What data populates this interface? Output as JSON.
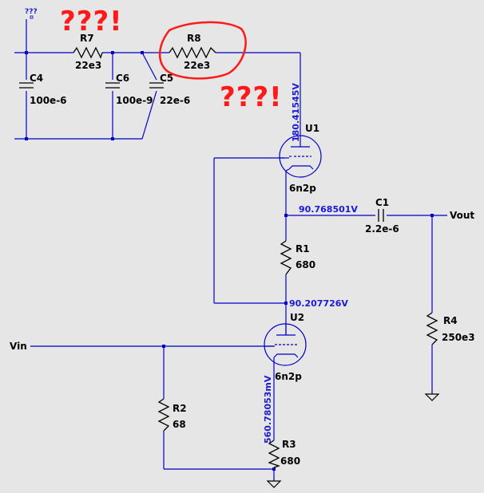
{
  "schematic": {
    "annotations": {
      "question_marks_top": "???!",
      "question_marks_right": "???!",
      "small_marker": "???"
    },
    "components": {
      "R7": {
        "name": "R7",
        "value": "22e3"
      },
      "R8": {
        "name": "R8",
        "value": "22e3"
      },
      "C4": {
        "name": "C4",
        "value": "100e-6"
      },
      "C6": {
        "name": "C6",
        "value": "100e-9"
      },
      "C5": {
        "name": "C5",
        "value": "22e-6"
      },
      "U1": {
        "name": "U1",
        "model": "6n2p"
      },
      "U2": {
        "name": "U2",
        "model": "6n2p"
      },
      "C1": {
        "name": "C1",
        "value": "2.2e-6"
      },
      "R1": {
        "name": "R1",
        "value": "680"
      },
      "R2": {
        "name": "R2",
        "value": "68"
      },
      "R3": {
        "name": "R3",
        "value": "680"
      },
      "R4": {
        "name": "R4",
        "value": "250e3"
      }
    },
    "node_voltages": {
      "u1_anode": "180.41545V",
      "u1_cathode": "90.768501V",
      "u2_anode": "90.207726V",
      "u2_cathode": "560.78053mV"
    },
    "ports": {
      "vin": "Vin",
      "vout": "Vout"
    },
    "colors": {
      "background": "#e6e6e6",
      "wire": "#0000c8",
      "net_label": "#1a1ad6",
      "annotation": "#ff1a1a"
    }
  }
}
